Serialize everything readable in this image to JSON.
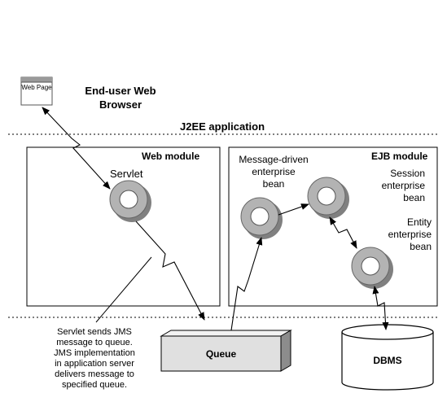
{
  "browser": {
    "icon_text": "Web Page",
    "title_line1": "End-user Web",
    "title_line2": "Browser"
  },
  "j2ee_label": "J2EE application",
  "web_module": {
    "title": "Web module",
    "servlet_label": "Servlet"
  },
  "ejb_module": {
    "title": "EJB module",
    "mdb_line1": "Message-driven",
    "mdb_line2": "enterprise",
    "mdb_line3": "bean",
    "session_line1": "Session",
    "session_line2": "enterprise",
    "session_line3": "bean",
    "entity_line1": "Entity",
    "entity_line2": "enterprise",
    "entity_line3": "bean"
  },
  "queue_label": "Queue",
  "dbms_label": "DBMS",
  "annotation": {
    "line1": "Servlet sends JMS",
    "line2": "message to queue.",
    "line3": "JMS implementation",
    "line4": "in application server",
    "line5": "delivers message to",
    "line6": "specified queue."
  },
  "colors": {
    "background": "#ffffff",
    "panel": "#ffffff",
    "component_ring": "#b0b0b0",
    "component_shadow": "#808080",
    "queue_face": "#e0e0e0"
  }
}
